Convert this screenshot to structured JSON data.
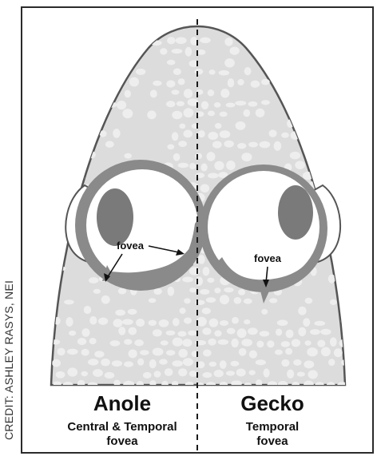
{
  "credit": "CREDIT: ASHLEY RASYS, NEI",
  "left": {
    "name": "Anole",
    "subtitle_line1": "Central & Temporal",
    "subtitle_line2": "fovea",
    "callout": "fovea"
  },
  "right": {
    "name": "Gecko",
    "subtitle_line1": "Temporal",
    "subtitle_line2": "fovea",
    "callout": "fovea"
  },
  "colors": {
    "head_fill": "#dcdcdc",
    "eye_ring": "#7a7a7a",
    "lens": "#8a8a8a",
    "outline": "#555555",
    "scales": "#eeeeee"
  }
}
